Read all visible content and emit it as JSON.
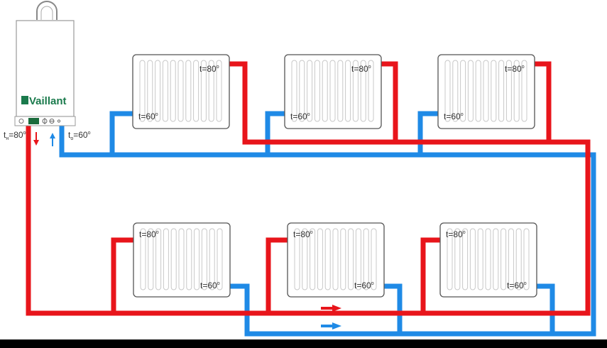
{
  "boiler": {
    "brand": "Vaillant",
    "supply_label": {
      "t": "t",
      "sub": "н",
      "value": "=80",
      "deg": "o"
    },
    "return_label": {
      "t": "t",
      "sub": "o",
      "value": "=60",
      "deg": "o"
    }
  },
  "radiators_top": [
    {
      "hot": "t=80",
      "cold": "t=60"
    },
    {
      "hot": "t=80",
      "cold": "t=60"
    },
    {
      "hot": "t=80",
      "cold": "t=60"
    }
  ],
  "radiators_bottom": [
    {
      "hot": "t=80",
      "cold": "t=60"
    },
    {
      "hot": "t=80",
      "cold": "t=60"
    },
    {
      "hot": "t=80",
      "cold": "t=60"
    }
  ],
  "colors": {
    "supply": "#e8151b",
    "return": "#1f8ae6",
    "brand": "#1a7a4c"
  }
}
